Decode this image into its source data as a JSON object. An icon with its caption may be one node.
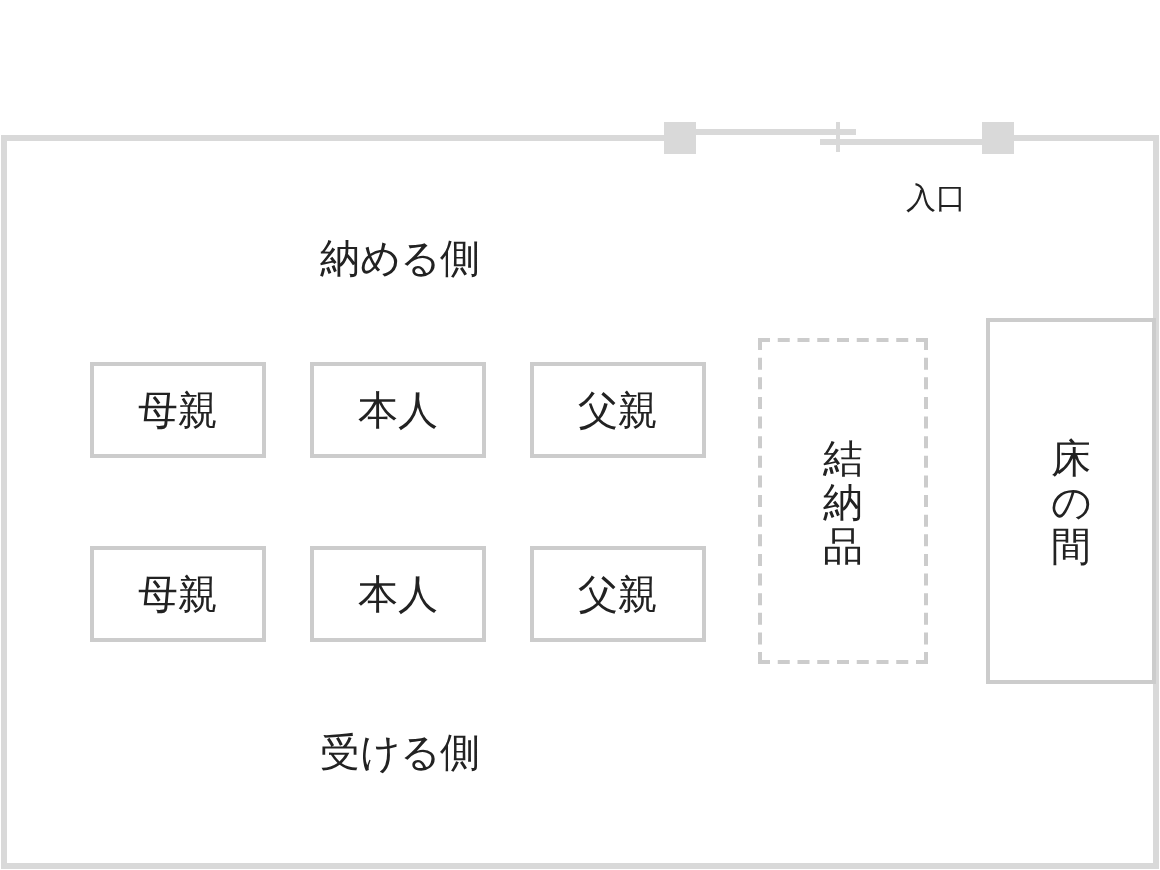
{
  "diagram": {
    "nodes": [
      {
        "text": [
          "母親"
        ]
      },
      {
        "text": [
          "本人"
        ]
      },
      {
        "text": [
          "父親"
        ]
      },
      {
        "text": [
          "母親"
        ]
      },
      {
        "text": [
          "本人"
        ]
      },
      {
        "text": [
          "父親"
        ]
      },
      {
        "text": [
          "結納品"
        ]
      },
      {
        "text": [
          "床の間"
        ]
      }
    ],
    "labels": [
      "入口",
      "納める側",
      "受ける側"
    ]
  }
}
